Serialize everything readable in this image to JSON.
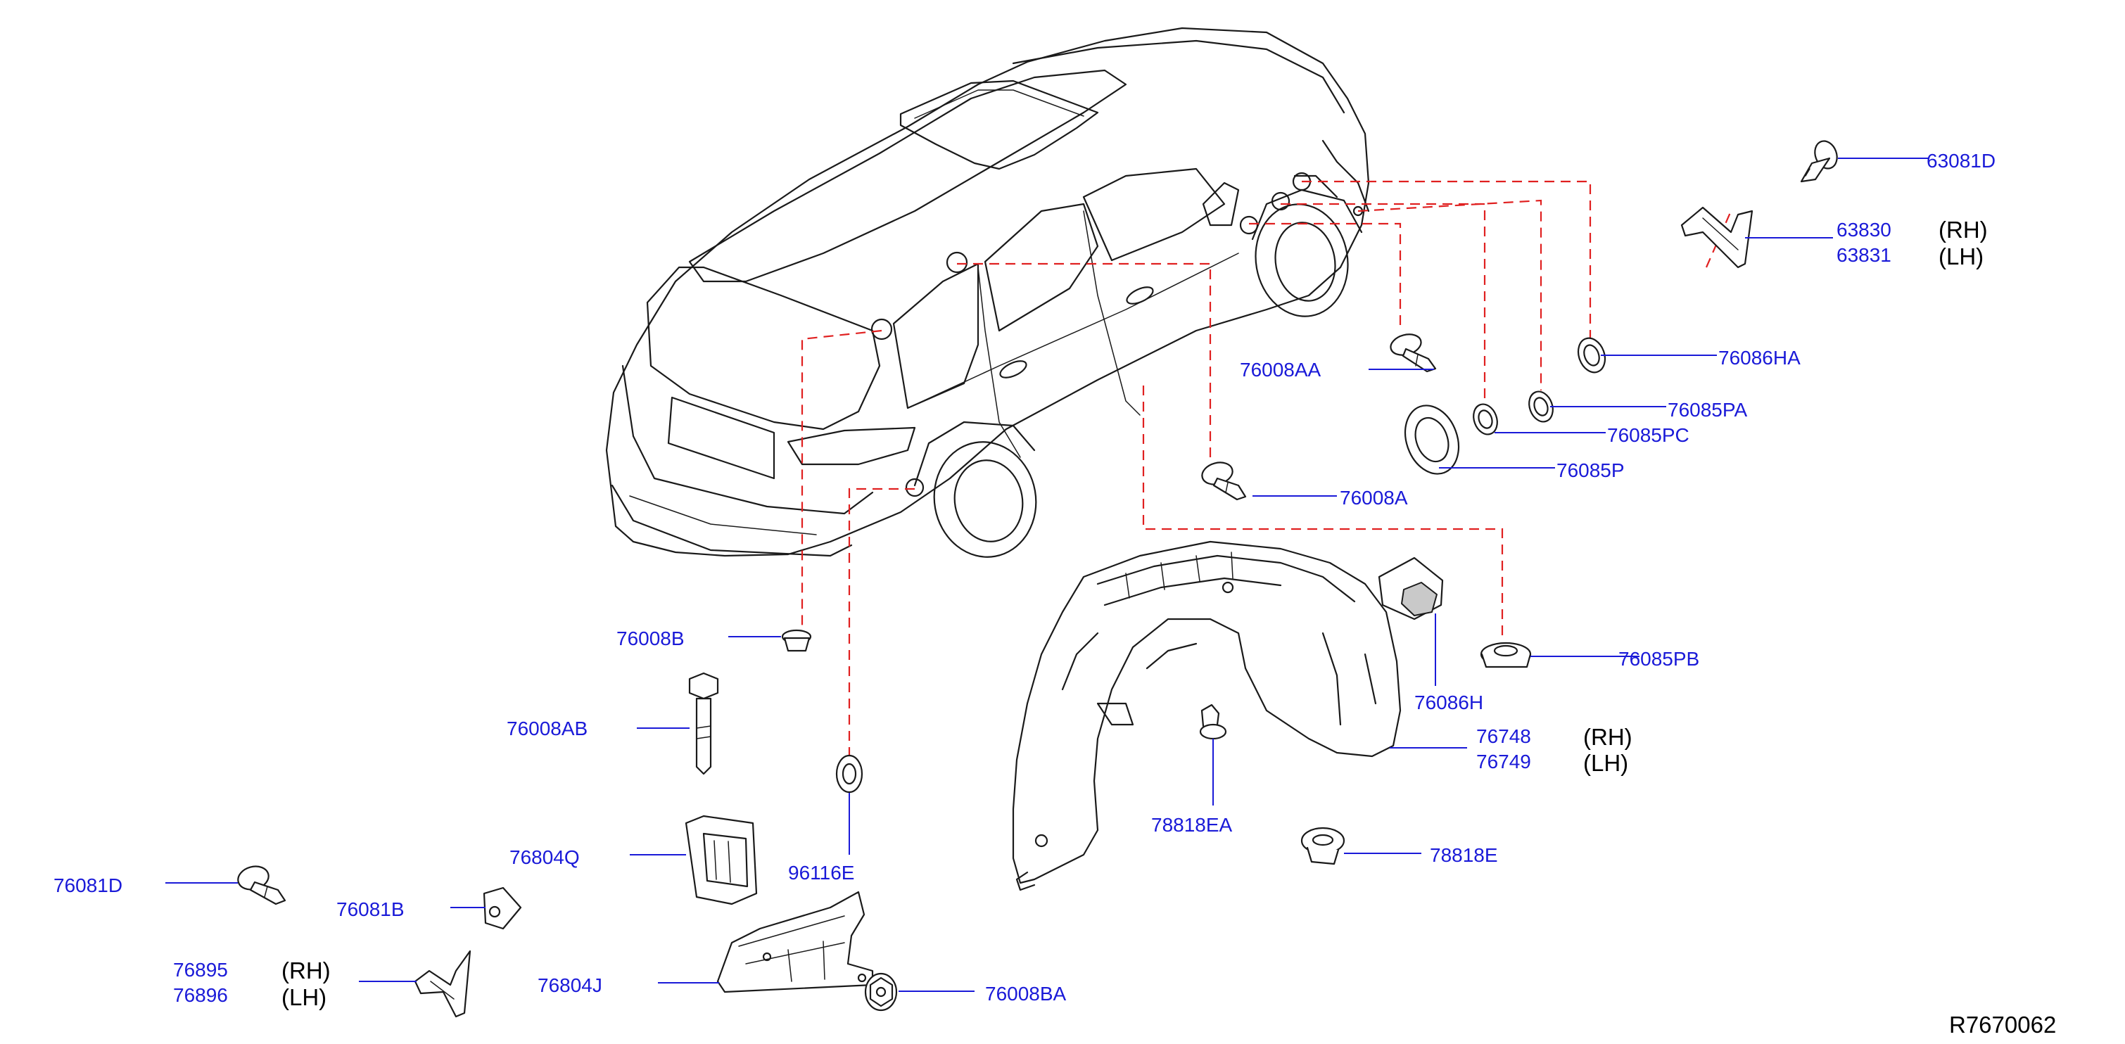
{
  "diagram": {
    "reference_code": "R7670062",
    "side_labels": {
      "rh": "(RH)",
      "lh": "(LH)"
    },
    "parts": {
      "p63081D": "63081D",
      "p63830": "63830",
      "p63831": "63831",
      "p76086HA": "76086HA",
      "p76008AA": "76008AA",
      "p76085PA": "76085PA",
      "p76085PC": "76085PC",
      "p76085P": "76085P",
      "p76008A": "76008A",
      "p76008B": "76008B",
      "p76085PB": "76085PB",
      "p76086H": "76086H",
      "p76748": "76748",
      "p76749": "76749",
      "p76008AB": "76008AB",
      "p96116E": "96116E",
      "p78818EA": "78818EA",
      "p78818E": "78818E",
      "p76804Q": "76804Q",
      "p76081D": "76081D",
      "p76081B": "76081B",
      "p76895": "76895",
      "p76896": "76896",
      "p76804J": "76804J",
      "p76008BA": "76008BA"
    },
    "colors": {
      "label_text": "#1a1ad8",
      "leader_line": "#1a1ad8",
      "dashed_reference_line": "#e02020",
      "drawing_outline": "#1a1a1a"
    }
  }
}
